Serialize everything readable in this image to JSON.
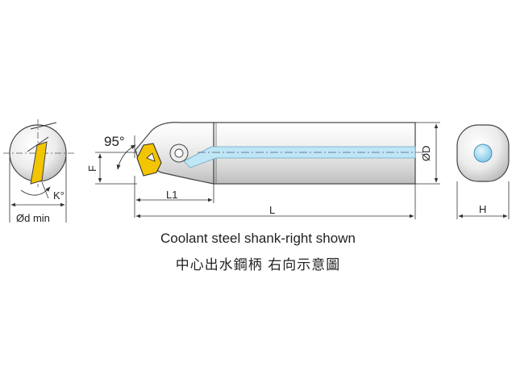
{
  "labels": {
    "angle": "95°",
    "kappa": "K°",
    "dmin": "Ød min",
    "f": "F",
    "l1": "L1",
    "l": "L",
    "od": "ØD",
    "h": "H"
  },
  "caption": {
    "english": "Coolant steel shank-right shown",
    "chinese": "中心出水鋼柄  右向示意圖"
  },
  "colors": {
    "insert": "#f2c500",
    "coolant": "#bfe6f5",
    "body_gradient_light": "#ffffff",
    "body_gradient_dark": "#c9c9c9"
  }
}
